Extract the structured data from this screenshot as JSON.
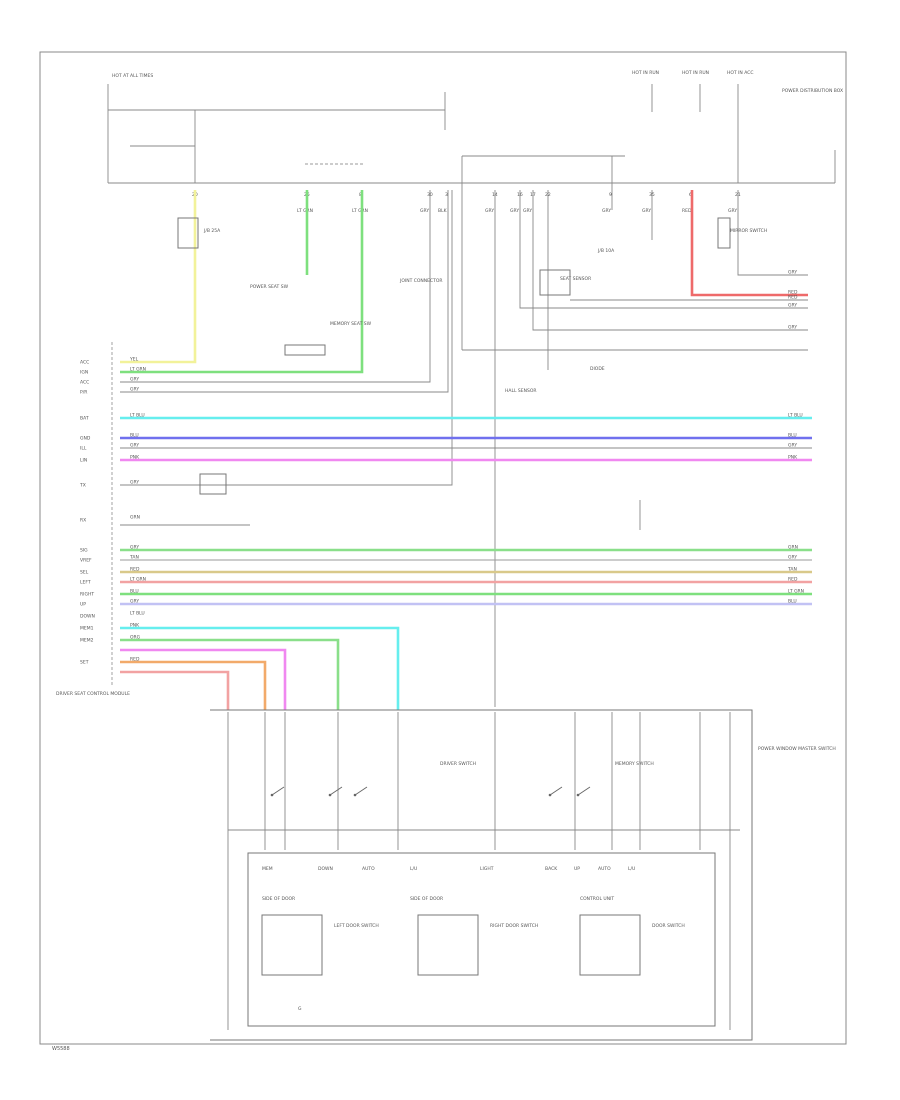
{
  "diagram": {
    "code": "W5588",
    "wire_colors": {
      "yellow": "#f2f29a",
      "light_green": "#7ee07e",
      "red": "#ee6a6a",
      "light_blue": "#66eeee",
      "blue": "#7070ee",
      "pink": "#f088f0",
      "green": "#8adf8a",
      "tan": "#d9c98a",
      "orange": "#f2aa6a",
      "lavender": "#c2c2f4",
      "salmon": "#f2a2a2"
    },
    "left_pins": [
      "YEL",
      "LT GRN",
      "GRY",
      "GRY",
      "LT BLU",
      "BLU",
      "GRY",
      "PNK",
      "GRY",
      "GRN",
      "GRY",
      "TAN",
      "RED",
      "LT GRN",
      "BLU",
      "GRY",
      "LT BLU",
      "PNK",
      "ORG",
      "RED"
    ],
    "left_labels": [
      "ACC",
      "IGN",
      "ACC",
      "P/R",
      "BAT",
      "GND",
      "ILL",
      "LIN",
      "TX",
      "RX",
      "SIG",
      "VREF",
      "SEL",
      "LEFT",
      "RIGHT",
      "UP",
      "DOWN",
      "MEM1",
      "MEM2",
      "SET"
    ],
    "right_pins": [
      "GRY",
      "RED",
      "RED",
      "GRY",
      "GRY",
      "LT BLU",
      "BLU",
      "GRY",
      "PNK",
      "GRN",
      "GRY",
      "TAN",
      "RED",
      "LT GRN",
      "BLU"
    ],
    "top_pins": [
      "20",
      "25",
      "8",
      "30",
      "3",
      "14",
      "16",
      "17",
      "22",
      "9",
      "35",
      "6",
      "21"
    ],
    "top_wire_labels": [
      "LT GRN",
      "LT GRN",
      "GRY",
      "BLK",
      "GRY",
      "GRY",
      "GRY",
      "GRY",
      "GRY",
      "RED",
      "GRY"
    ],
    "labels": {
      "fuse_left": "HOT AT ALL TIMES",
      "fuse_r1": "HOT IN RUN",
      "fuse_r2": "HOT IN RUN",
      "fuse_r3": "HOT IN ACC",
      "right_block": "POWER DISTRIBUTION BOX",
      "connector_left": "J/B 25A",
      "connector_mid": "JOINT CONNECTOR",
      "connector_right": "J/B 10A",
      "module_mid": "MEMORY SEAT SW",
      "module_left": "POWER SEAT SW",
      "sensor_mid": "SEAT SENSOR",
      "sensor_small": "HALL SENSOR",
      "diode": "DIODE",
      "mirror_switch": "MIRROR SWITCH",
      "left_module": "DRIVER SEAT CONTROL MODULE",
      "switch_a": "DRIVER SWITCH",
      "switch_b": "MEMORY SWITCH",
      "right_lower": "POWER WINDOW MASTER SWITCH",
      "lower_row": [
        "MEM",
        "DOWN",
        "AUTO",
        "L/U",
        "LIGHT",
        "BACK",
        "UP",
        "AUTO",
        "L/U"
      ],
      "lower_sub": [
        "SIDE OF DOOR",
        "SIDE OF DOOR",
        "CONTROL UNIT"
      ],
      "lower_sw": [
        "LEFT DOOR SWITCH",
        "RIGHT DOOR SWITCH",
        "DOOR SWITCH"
      ],
      "ground": "G"
    }
  }
}
